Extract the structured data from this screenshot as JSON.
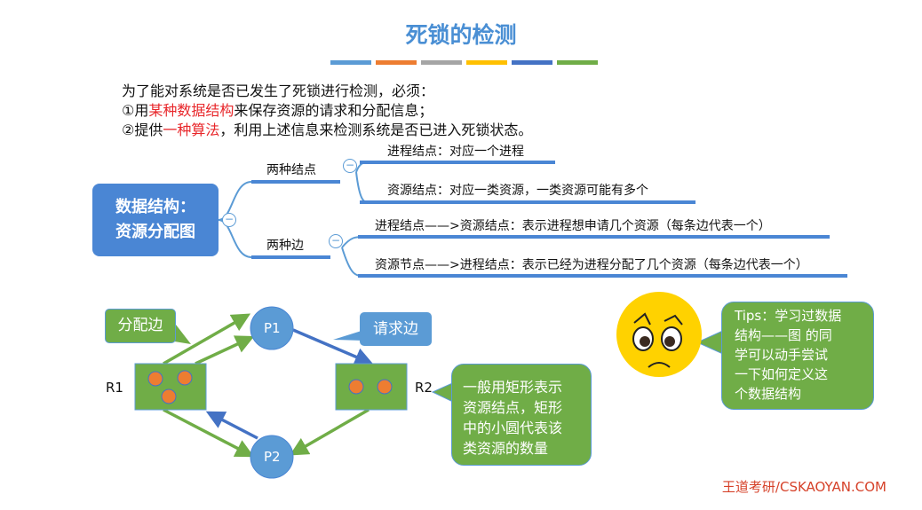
{
  "title": "死锁的检测",
  "title_bar_colors": [
    "#5b9bd5",
    "#ed7d31",
    "#a5a5a5",
    "#ffc000",
    "#4472c4",
    "#70ad47"
  ],
  "intro": {
    "line1": "为了能对系统是否已发生了死锁进行检测，必须：",
    "line2_prefix": "①用",
    "line2_highlight": "某种数据结构",
    "line2_suffix": "来保存资源的请求和分配信息；",
    "line3_prefix": "②提供",
    "line3_highlight": "一种算法",
    "line3_suffix": "，利用上述信息来检测系统是否已进入死锁状态。"
  },
  "mindmap": {
    "root_line1": "数据结构：",
    "root_line2": "资源分配图",
    "branches": [
      {
        "label": "两种结点",
        "children": [
          "进程结点：对应一个进程",
          "资源结点：对应一类资源，一类资源可能有多个"
        ]
      },
      {
        "label": "两种边",
        "children": [
          "进程结点——>资源结点：表示进程想申请几个资源（每条边代表一个）",
          "资源节点——>进程结点：表示已经为进程分配了几个资源（每条边代表一个）"
        ]
      }
    ],
    "collapse_symbol": "−"
  },
  "diagram": {
    "p1": "P1",
    "p2": "P2",
    "r1": "R1",
    "r2": "R2",
    "r1_instances": 3,
    "r2_instances": 2,
    "callout_alloc": "分配边",
    "callout_request": "请求边",
    "callout_note": [
      "一般用矩形表示",
      "资源结点，矩形",
      "中的小圆代表该",
      "类资源的数量"
    ],
    "tips": [
      "Tips：学习过数据",
      "结构——图 的同",
      "学可以动手尝试",
      "一下如何定义这",
      "个数据结构"
    ]
  },
  "footer": "王道考研/CSKAOYAN.COM",
  "colors": {
    "blue": "#5b9bd5",
    "green": "#70ad47",
    "orange": "#ed7d31",
    "yellow": "#ffd200",
    "dark_blue": "#4472c4"
  }
}
